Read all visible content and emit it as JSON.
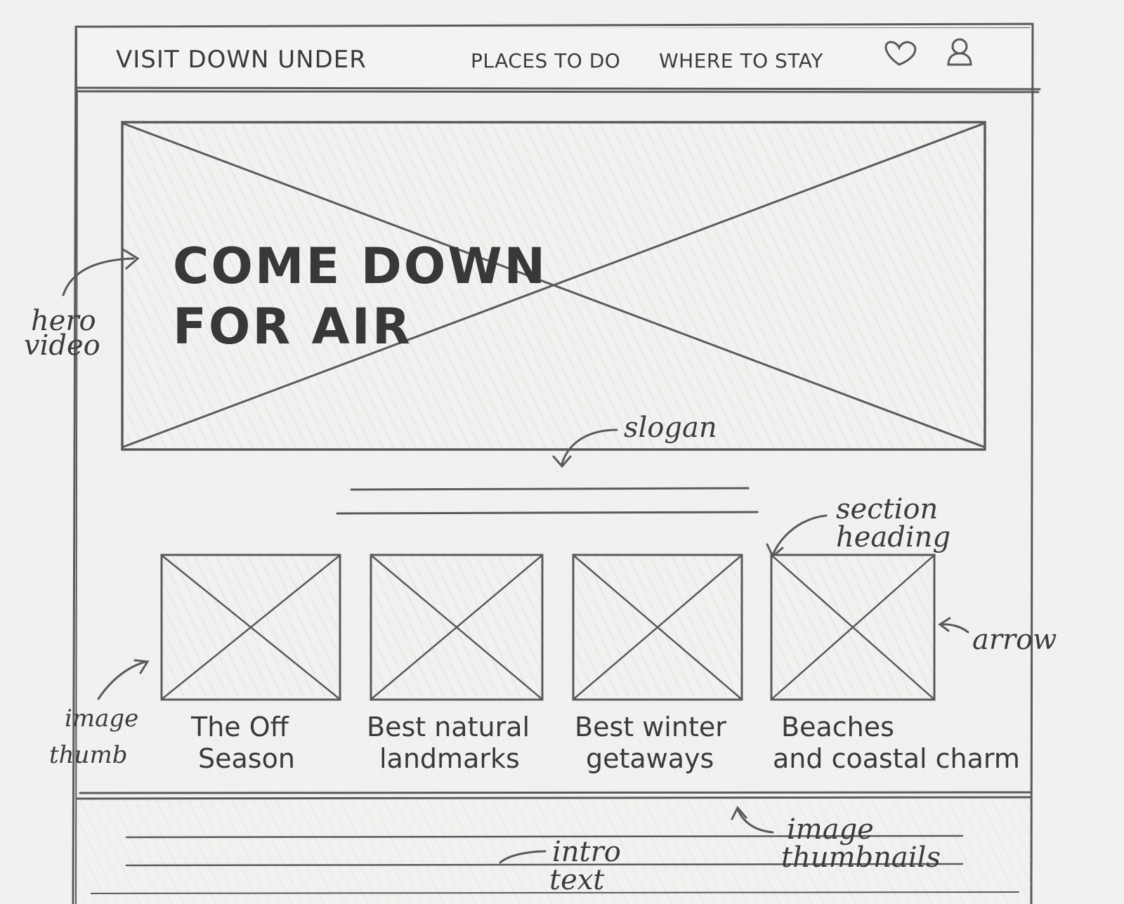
{
  "nav": {
    "brand": "VISIT DOWN UNDER",
    "link1": "PLACES TO DO",
    "link2": "WHERE TO STAY",
    "icons": [
      "heart-icon",
      "user-icon"
    ]
  },
  "hero": {
    "line1": "COME DOWN",
    "line2": "FOR AIR"
  },
  "thumbs": [
    {
      "line1": "The Off",
      "line2": "Season"
    },
    {
      "line1": "Best natural",
      "line2": "landmarks"
    },
    {
      "line1": "Best winter",
      "line2": "getaways"
    },
    {
      "line1": "Beaches",
      "line2": "and coastal charm"
    }
  ],
  "annotations": {
    "hero_video": {
      "line1": "hero",
      "line2": "video"
    },
    "slogan": "slogan",
    "section_heading": {
      "line1": "section",
      "line2": "heading"
    },
    "arrow": "arrow",
    "image_thumb": {
      "line1": "image",
      "line2": "thumb"
    },
    "image_thumbnails": {
      "line1": "image",
      "line2": "thumbnails"
    },
    "intro_text": {
      "line1": "intro",
      "line2": "text"
    }
  }
}
